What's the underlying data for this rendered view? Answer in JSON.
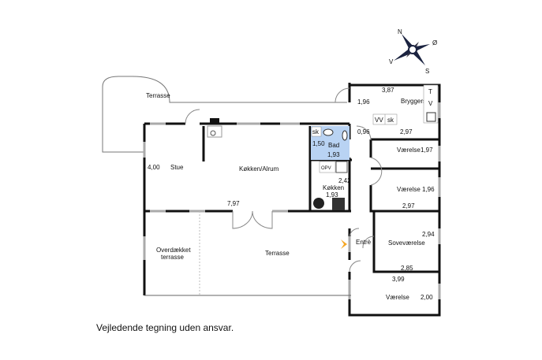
{
  "compass": {
    "n": "N",
    "e": "Ø",
    "w": "V",
    "s": "S"
  },
  "rooms": {
    "terrasse_top": "Terrasse",
    "stue": "Stue",
    "stue_dim": "4,00",
    "kokken_alrum": "Køkken/Alrum",
    "kokken_alrum_dim": "7,97",
    "bryggers": "Bryggers",
    "bryggers_w": "3,87",
    "bryggers_h": "1,96",
    "bryggers_t": "T",
    "bryggers_v": "V",
    "bryggers_vv": "VV",
    "bryggers_sk": "sk",
    "gang_dim": "0,96",
    "bad": "Bad",
    "bad_h": "1,50",
    "bad_w": "1,93",
    "bad_sk": "sk",
    "kokken": "Køkken",
    "kokken_h": "2,42",
    "kokken_w": "1,93",
    "kokken_opv": "OPV",
    "vaerelse1": "Værelse",
    "vaerelse1_h": "1,97",
    "vaerelse1_w": "2,97",
    "vaerelse2": "Værelse",
    "vaerelse2_h": "1,96",
    "vaerelse2_w": "2,97",
    "sovevaerelse": "Soveværelse",
    "sove_h": "2,94",
    "sove_w": "2,85",
    "entre": "Entrè",
    "vaerelse3": "Værelse",
    "vaerelse3_w": "3,99",
    "vaerelse3_h": "2,00",
    "overdaekket1": "Overdækket",
    "overdaekket2": "terrasse",
    "terrasse_bottom": "Terrasse"
  },
  "note": "Vejledende tegning uden ansvar.",
  "colors": {
    "bath": "#b9d3f3",
    "wall": "#111111",
    "window": "#aaaaaa",
    "entry": "#f5a623"
  }
}
